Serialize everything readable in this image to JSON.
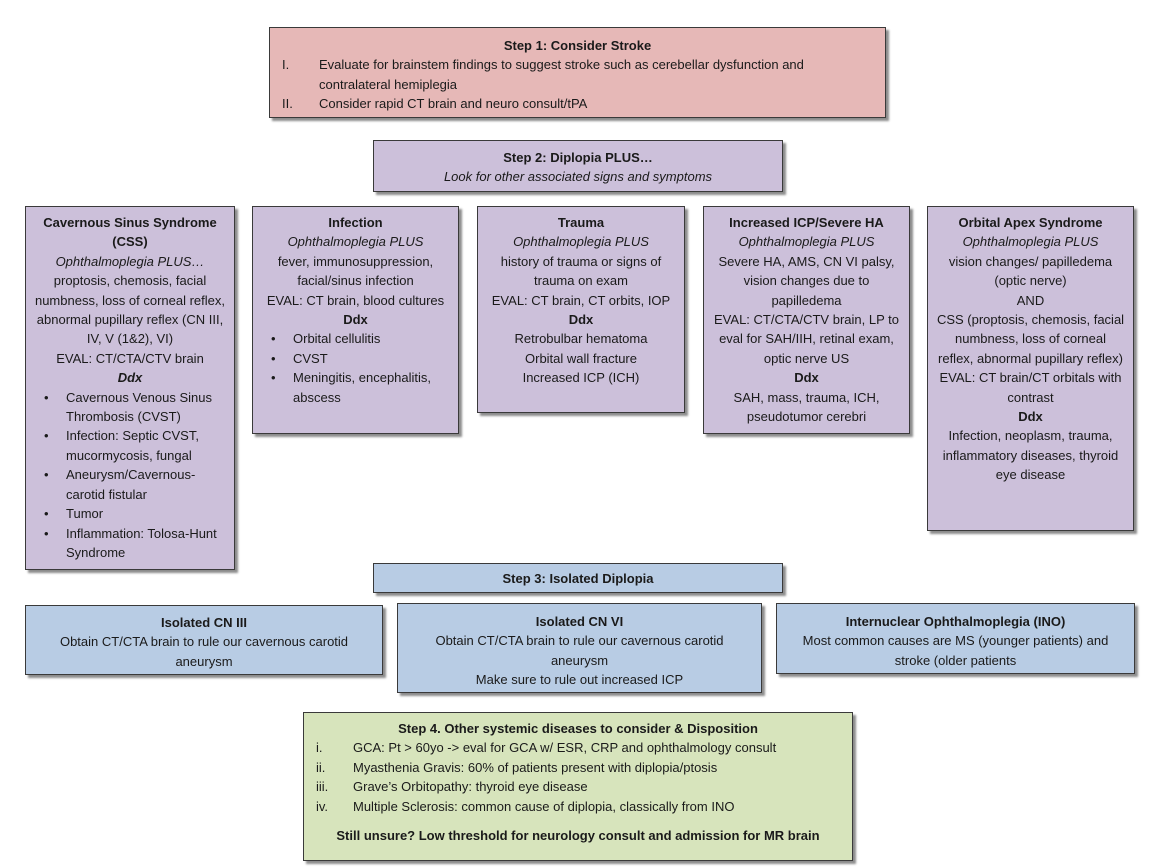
{
  "step1": {
    "title": "Step 1: Consider Stroke",
    "items": [
      {
        "num": "I.",
        "text": "Evaluate for brainstem findings to suggest stroke such as cerebellar dysfunction and contralateral hemiplegia"
      },
      {
        "num": "II.",
        "text": "Consider rapid CT brain and neuro consult/tPA"
      }
    ]
  },
  "step2": {
    "title": "Step 2: Diplopia PLUS…",
    "subtitle": "Look for other associated signs and symptoms"
  },
  "css_box": {
    "title": "Cavernous Sinus Syndrome (CSS)",
    "plus": "Ophthalmoplegia PLUS…",
    "body": "proptosis, chemosis, facial numbness, loss of corneal reflex, abnormal pupillary reflex (CN III, IV, V (1&2), VI)",
    "eval": "EVAL: CT/CTA/CTV brain",
    "ddx": "Ddx",
    "ddx_items": [
      "Cavernous Venous Sinus Thrombosis (CVST)",
      "Infection: Septic CVST, mucormycosis, fungal",
      "Aneurysm/Cavernous-carotid fistular",
      "Tumor",
      "Inflammation: Tolosa-Hunt Syndrome"
    ]
  },
  "infection_box": {
    "title": "Infection",
    "plus": "Ophthalmoplegia PLUS",
    "body": "fever, immunosuppression, facial/sinus infection",
    "eval": "EVAL: CT brain, blood cultures",
    "ddx": "Ddx",
    "ddx_items": [
      "Orbital cellulitis",
      "CVST",
      "Meningitis, encephalitis, abscess"
    ]
  },
  "trauma_box": {
    "title": "Trauma",
    "plus": "Ophthalmoplegia PLUS",
    "body": "history of trauma or signs of trauma on exam",
    "eval": "EVAL: CT brain, CT orbits, IOP",
    "ddx": "Ddx",
    "ddx_text": "Retrobulbar hematoma Orbital wall fracture Increased ICP (ICH)"
  },
  "icp_box": {
    "title": "Increased ICP/Severe HA",
    "plus": "Ophthalmoplegia PLUS",
    "body": "Severe HA, AMS, CN VI palsy, vision changes due to papilledema",
    "eval": "EVAL: CT/CTA/CTV brain, LP to eval for SAH/IIH, retinal exam, optic nerve US",
    "ddx": "Ddx",
    "ddx_text": "SAH, mass, trauma, ICH, pseudotumor cerebri"
  },
  "apex_box": {
    "title": "Orbital Apex Syndrome",
    "plus": "Ophthalmoplegia PLUS",
    "body": "vision changes/ papilledema (optic nerve)",
    "and": "AND",
    "body2": "CSS (proptosis, chemosis, facial numbness, loss of corneal reflex, abnormal pupillary reflex)",
    "eval": "EVAL: CT brain/CT orbitals with contrast",
    "ddx": "Ddx",
    "ddx_text": "Infection, neoplasm, trauma, inflammatory diseases, thyroid eye disease"
  },
  "step3": {
    "title": "Step 3: Isolated Diplopia"
  },
  "cn3_box": {
    "title": "Isolated CN III",
    "body": "Obtain CT/CTA brain to rule our cavernous carotid aneurysm"
  },
  "cn6_box": {
    "title": "Isolated CN VI",
    "body": "Obtain CT/CTA brain to rule our cavernous carotid aneurysm",
    "body2": "Make sure to rule out increased ICP"
  },
  "ino_box": {
    "title": "Internuclear Ophthalmoplegia (INO)",
    "body": "Most common causes are MS (younger patients) and stroke (older patients"
  },
  "step4": {
    "title": "Step 4.  Other systemic diseases to consider & Disposition",
    "items": [
      {
        "num": "i.",
        "text": "GCA:  Pt > 60yo -> eval for GCA w/ ESR, CRP and ophthalmology consult"
      },
      {
        "num": "ii.",
        "text": "Myasthenia Gravis: 60% of patients present with diplopia/ptosis"
      },
      {
        "num": "iii.",
        "text": "Grave’s Orbitopathy: thyroid eye disease"
      },
      {
        "num": "iv.",
        "text": "Multiple Sclerosis: common cause of diplopia, classically from INO"
      }
    ],
    "footer": "Still unsure?  Low threshold for neurology consult and admission for MR brain"
  },
  "colors": {
    "step1_bg": "#e6b8b7",
    "step2_bg": "#ccc0da",
    "step3_bg": "#b8cce4",
    "step4_bg": "#d7e4bc",
    "border": "#3a3a3a"
  }
}
